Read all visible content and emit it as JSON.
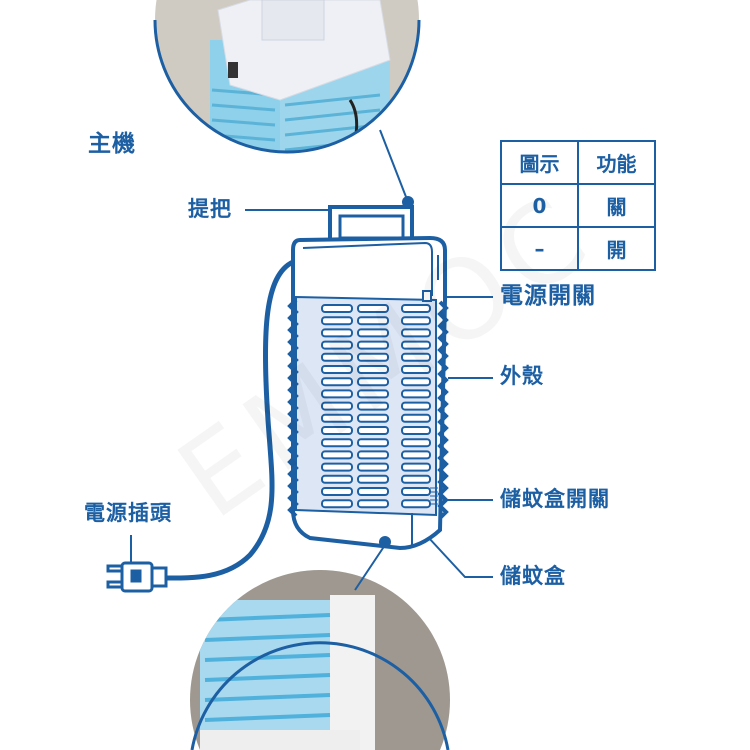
{
  "labels": {
    "main_unit": "主機",
    "handle": "提把",
    "power_switch": "電源開關",
    "housing": "外殼",
    "tray_switch": "儲蚊盒開關",
    "tray": "儲蚊盒",
    "power_plug": "電源插頭"
  },
  "legend_table": {
    "headers": [
      "圖示",
      "功能"
    ],
    "rows": [
      {
        "symbol": "0",
        "function": "關"
      },
      {
        "symbol": "–",
        "function": "開"
      }
    ]
  },
  "watermark": "EMMOC",
  "colors": {
    "accent": "#1d5fa3",
    "grille_fill": "#dde6f5",
    "photo_bg": "#c9c5bc",
    "photo_blue": "#7fc8e6"
  }
}
